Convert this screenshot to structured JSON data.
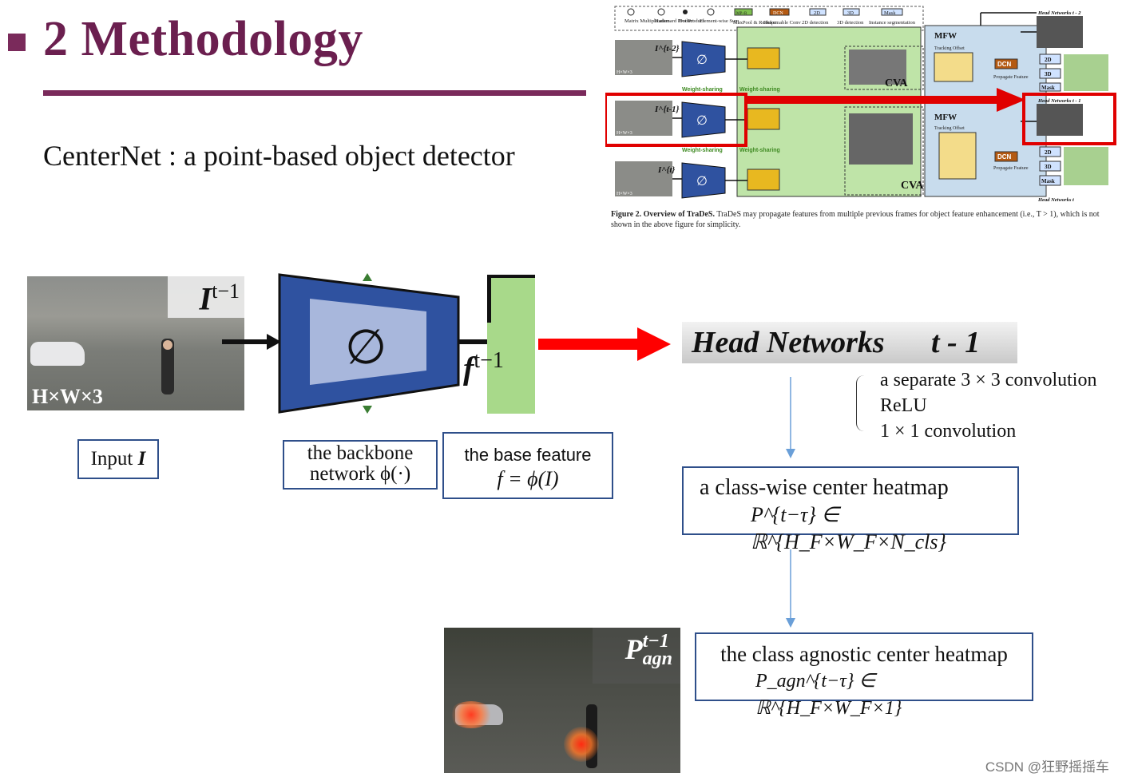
{
  "slide": {
    "title": "2 Methodology",
    "subtitle": "CenterNet : a point-based object detector"
  },
  "overview_figure": {
    "legend": [
      "Matrix Multiplication",
      "Hadamard Product",
      "Dot Product",
      "Element-wise Sum",
      "MaxPool & Reshape",
      "Deformable Conv",
      "2D detection",
      "3D detection",
      "Instance segmentation"
    ],
    "legend_tags": [
      "MP+R",
      "DCN",
      "2D",
      "3D",
      "Mask"
    ],
    "input_labels": [
      "I^{t-2}",
      "I^{t-1}",
      "I^{t}"
    ],
    "dims": "H×W×3",
    "backbone_symbol": "∅",
    "weight_sharing": "Weight-sharing",
    "modules": [
      "CVA",
      "MFW",
      "CVA",
      "MFW"
    ],
    "tracking_offset": "Tracking Offset",
    "propagate": "Propagate Feature",
    "dcn": "DCN",
    "head_labels": [
      "Head Networks  t - 2",
      "Head Networks  t - 1",
      "Head Networks  t"
    ],
    "tasks": [
      "2D",
      "3D",
      "Mask"
    ],
    "caption_bold": "Figure 2. Overview of TraDeS.",
    "caption_text": "TraDeS may propagate features from multiple previous frames for object feature enhancement (i.e., T > 1), which is not shown in the above figure for simplicity."
  },
  "main": {
    "input_image_label": "I",
    "input_image_sup": "t−1",
    "input_dims": "H×W×3",
    "input_caption": "Input ",
    "input_caption_sym": "I",
    "backbone_symbol": "∅",
    "backbone_caption_line1": "the backbone",
    "backbone_caption_line2": "network ϕ(·)",
    "feature_label": "f",
    "feature_sup": "t−1",
    "base_feature_line1": "the base feature",
    "base_feature_line2": "f = ϕ(I)",
    "head_networks": "Head Networks",
    "head_time": "t - 1",
    "head_steps": [
      "a separate 3 × 3 convolution",
      "ReLU",
      "1 × 1 convolution"
    ],
    "heatmap_line1": "a class-wise center heatmap",
    "heatmap_line2": "P^{t−τ} ∈ ℝ^{H_F×W_F×N_cls}",
    "agnostic_line1": "the class agnostic center heatmap",
    "agnostic_line2": "P_agn^{t−τ} ∈ ℝ^{H_F×W_F×1}",
    "heat_image_label": "P",
    "heat_image_sup": "t−1",
    "heat_image_sub": "agn"
  },
  "watermark": "CSDN @狂野摇摇车",
  "colors": {
    "title": "#6b1f4f",
    "backbone_fill": "#2f52a0",
    "feature_green": "#9fd47e",
    "arrow_red": "#ff0000",
    "box_border": "#2f4f8a",
    "flow_arrow": "#6a9fd8"
  }
}
